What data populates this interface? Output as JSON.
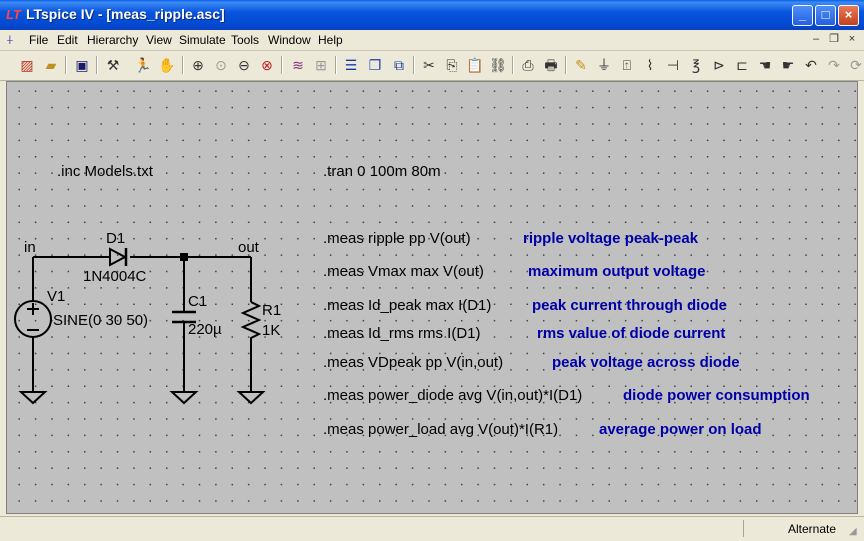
{
  "window": {
    "title": "LTspice IV - [meas_ripple.asc]",
    "app_glyph": "LT"
  },
  "window_controls": {
    "minimize": "_",
    "maximize": "□",
    "close": "×"
  },
  "menu": {
    "items": [
      "File",
      "Edit",
      "Hierarchy",
      "View",
      "Simulate",
      "Tools",
      "Window",
      "Help"
    ]
  },
  "mdi_controls": {
    "minimize": "–",
    "restore": "❐",
    "close": "×"
  },
  "toolbar": {
    "icons": [
      "new-schematic",
      "open",
      "save",
      "control-panel",
      "run",
      "halt",
      "zoom-in",
      "zoom-pan",
      "zoom-out",
      "zoom-fit",
      "autorange",
      "add-trace",
      "tile-horizontal",
      "cascade",
      "tile-vertical",
      "cut",
      "copy",
      "paste",
      "find",
      "print-preview",
      "print",
      "draw-wire",
      "ground",
      "label-net",
      "resistor",
      "capacitor",
      "inductor",
      "diode",
      "component",
      "move",
      "drag",
      "undo",
      "redo",
      "rotate"
    ]
  },
  "schematic": {
    "directives": {
      "include": ".inc Models.txt",
      "tran": ".tran 0 100m 80m"
    },
    "net_labels": {
      "in": "in",
      "out": "out"
    },
    "components": {
      "d1": {
        "name": "D1",
        "value": "1N4004C"
      },
      "v1": {
        "name": "V1",
        "value": "SINE(0 30 50)"
      },
      "c1": {
        "name": "C1",
        "value": "220µ"
      },
      "r1": {
        "name": "R1",
        "value": "1K"
      }
    },
    "measurements": [
      {
        "cmd": ".meas ripple pp V(out)",
        "comment": "ripple voltage peak-peak"
      },
      {
        "cmd": ".meas Vmax max V(out)",
        "comment": "maximum output voltage"
      },
      {
        "cmd": ".meas Id_peak max I(D1)",
        "comment": "peak current through diode"
      },
      {
        "cmd": ".meas Id_rms rms I(D1)",
        "comment": "rms value of diode current"
      },
      {
        "cmd": ".meas VDpeak pp V(in,out)",
        "comment": "peak voltage across diode"
      },
      {
        "cmd": ".meas power_diode avg V(in,out)*I(D1)",
        "comment": "diode power consumption"
      },
      {
        "cmd": ".meas power_load avg V(out)*I(R1)",
        "comment": "average power on load"
      }
    ],
    "colors": {
      "wire": "#000000",
      "comment": "#0000a8",
      "background": "#c0c0c0",
      "grid_dot": "#404040"
    }
  },
  "status": {
    "text": "Alternate"
  }
}
